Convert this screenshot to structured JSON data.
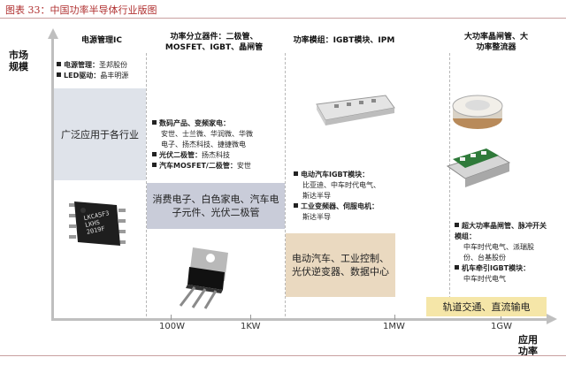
{
  "figure_title": "图表 33：中国功率半导体行业版图",
  "y_axis_label": "市场规模",
  "x_axis_label": "应用功率",
  "x_ticks": [
    "100W",
    "1KW",
    "1MW",
    "1GW"
  ],
  "columns": [
    {
      "header": "电源管理IC"
    },
    {
      "header": "功率分立器件：二极管、MOSFET、IGBT、晶闸管"
    },
    {
      "header": "功率模组：IGBT模块、IPM"
    },
    {
      "header": "大功率晶闸管、大功率整流器"
    }
  ],
  "col1": {
    "bullets": [
      {
        "bold": "电源管理：",
        "text": "圣邦股份"
      },
      {
        "bold": "LED驱动：",
        "text": "晶丰明源"
      }
    ],
    "band": "广泛应用于各行业"
  },
  "col2": {
    "bullets": [
      {
        "bold": "数码产品、变频家电：",
        "lines": [
          "安世、士兰微、华润微、华微",
          "电子、扬杰科技、捷捷微电"
        ]
      },
      {
        "bold": "光伏二极管：",
        "lines": [],
        "inline": "扬杰科技"
      },
      {
        "bold": "汽车MOSFET/二极管：",
        "lines": [],
        "inline": "安世"
      }
    ],
    "band": "消费电子、白色家电、汽车电子元件、光伏二极管"
  },
  "col3": {
    "bullets": [
      {
        "bold": "电动汽车IGBT模块：",
        "lines": [
          "比亚迪、中车时代电气、",
          "斯达半导"
        ]
      },
      {
        "bold": "工业变频器、伺服电机：",
        "lines": [
          "斯达半导"
        ]
      }
    ],
    "band": "电动汽车、工业控制、光伏逆变器、数据中心"
  },
  "col4": {
    "bullets": [
      {
        "bold": "超大功率晶闸管、脉冲开关模组：",
        "lines": [
          "中车时代电气、派瑞股",
          "份、台基股份"
        ]
      },
      {
        "bold": "机车牵引IGBT模块：",
        "lines": [
          "中车时代电气"
        ]
      }
    ],
    "band": "轨道交通、直流输电"
  },
  "chip_markings": [
    "LKCA5F3",
    "LKHS",
    "2019F"
  ],
  "colors": {
    "title": "#b03030",
    "band1": "#dfe3ea",
    "band2": "#c9ccd9",
    "band3": "#ead9c0",
    "band4": "#f5e6a8",
    "axis": "#bfbfbf"
  }
}
